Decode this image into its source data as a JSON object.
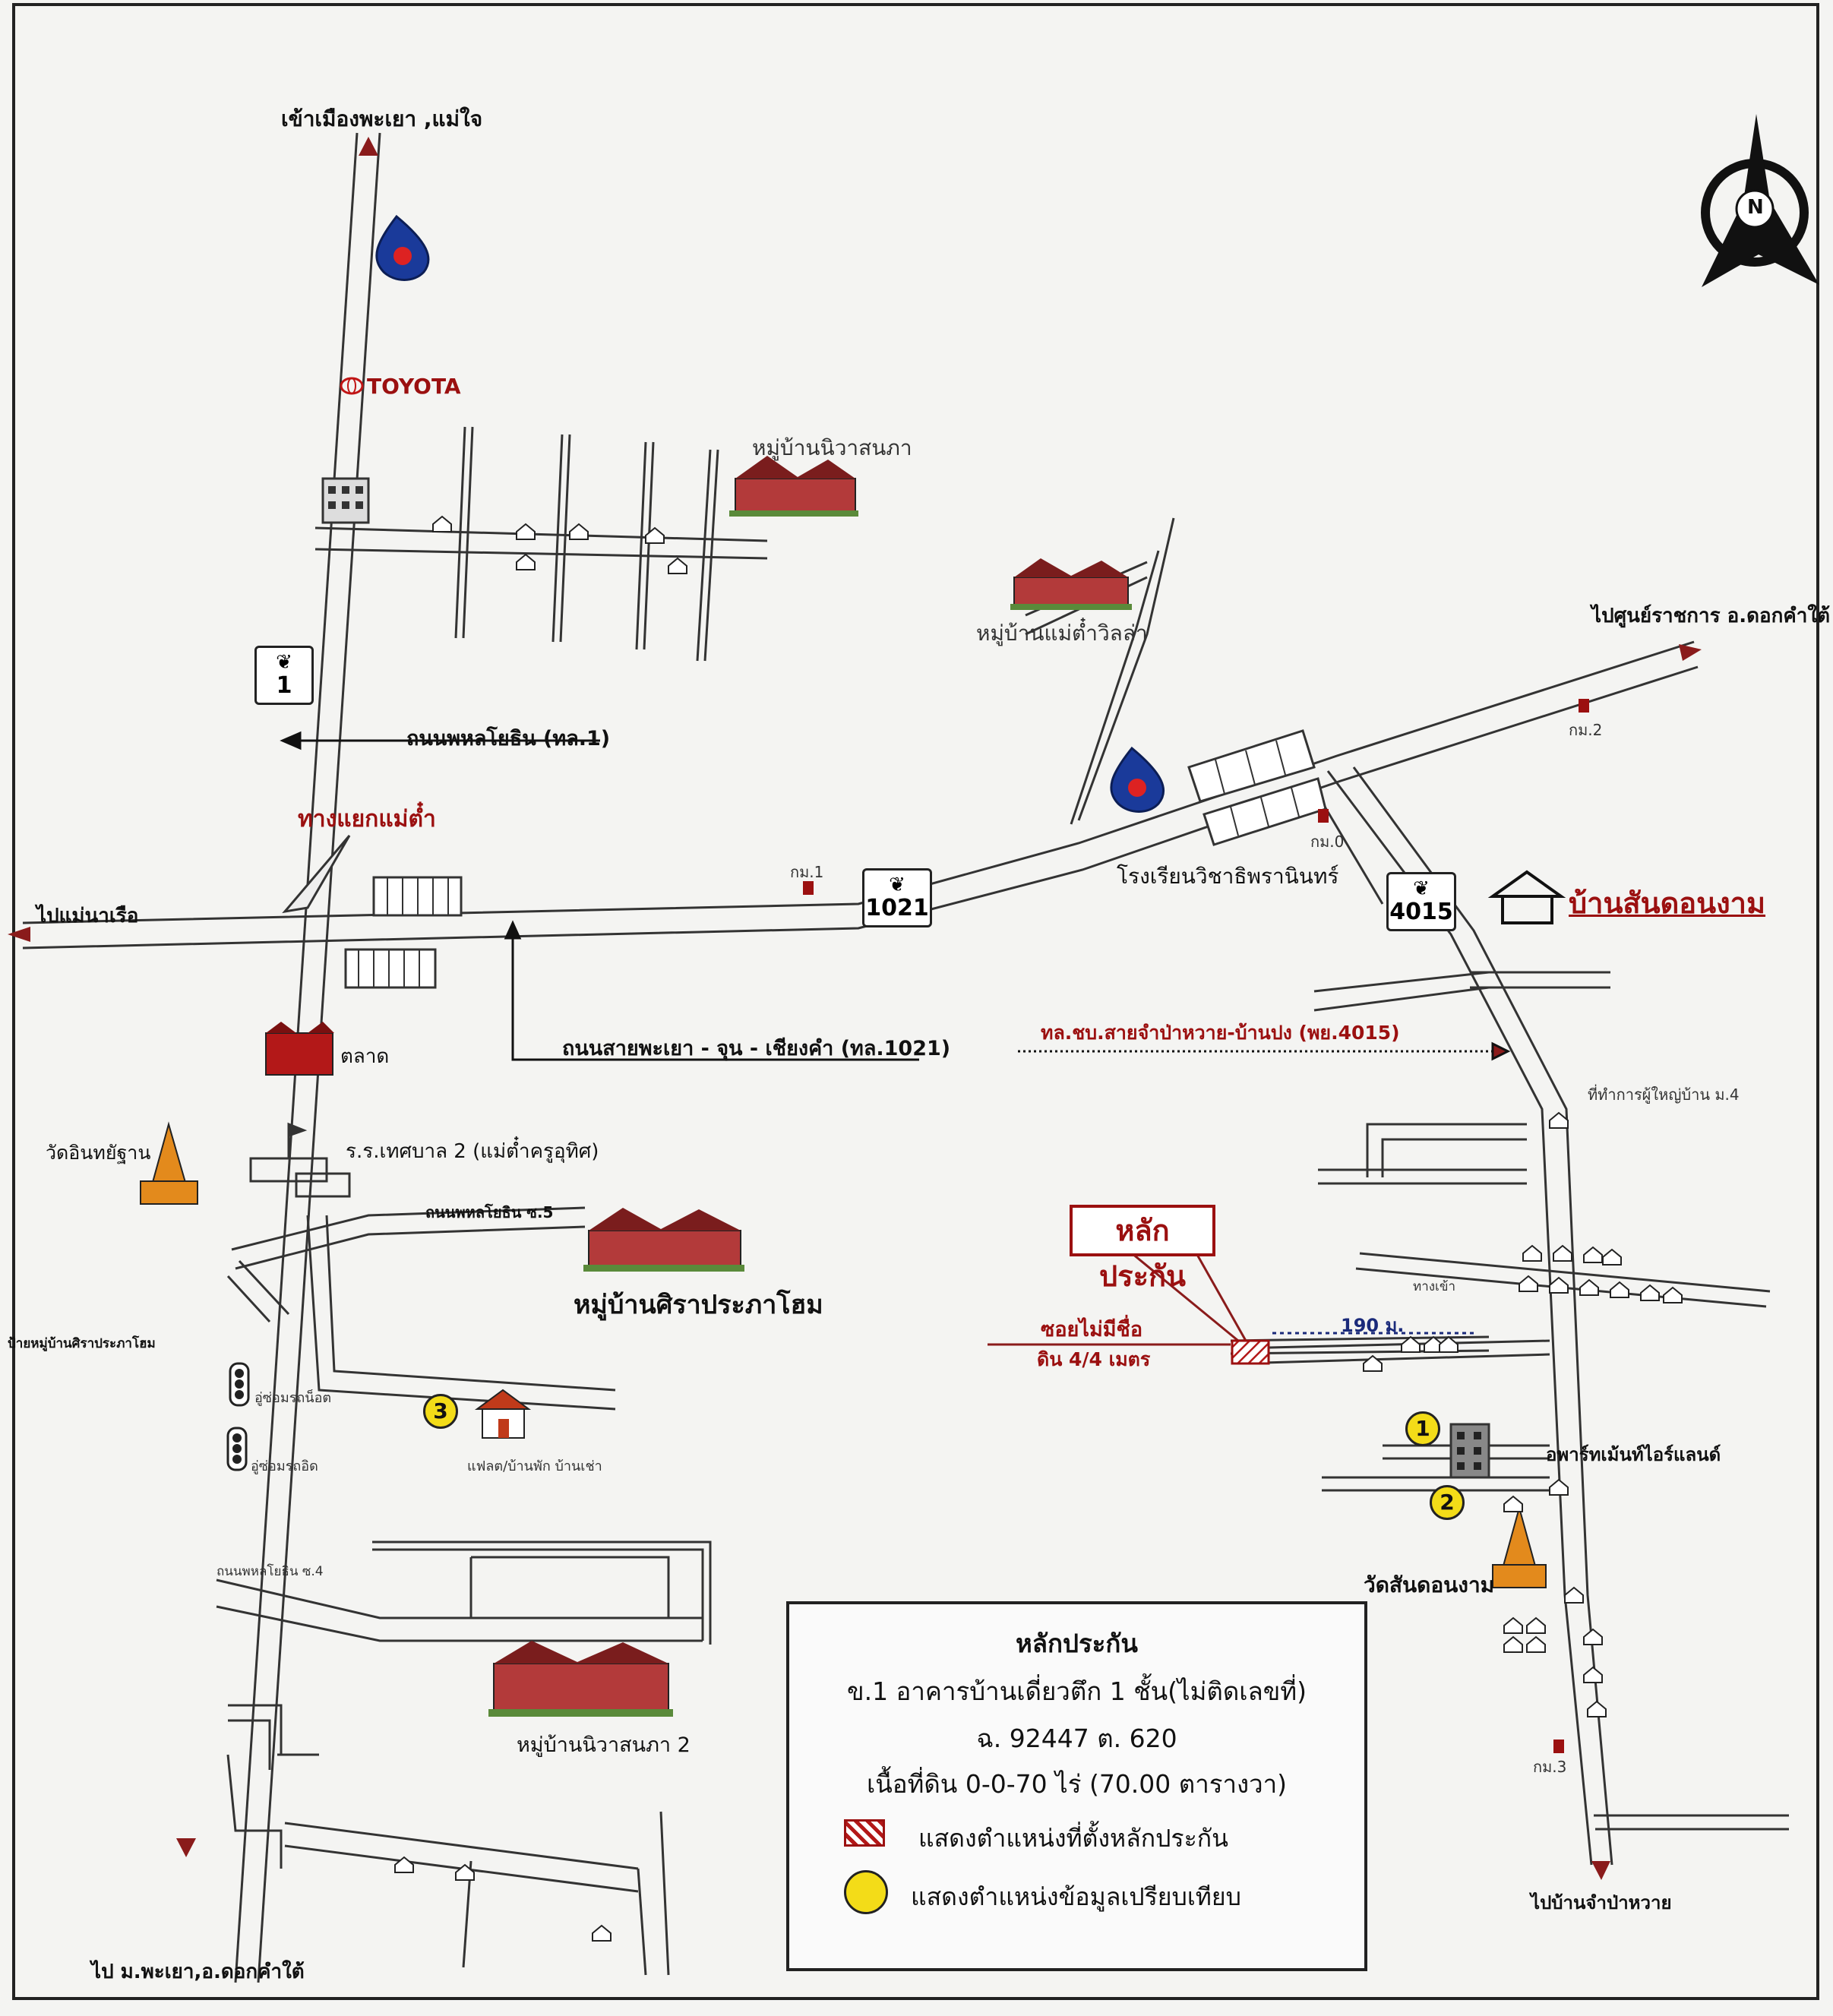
{
  "map": {
    "labels": {
      "north_town": "เข้าเมืองพะเยา ,แม่ใจ",
      "toyota": "TOYOTA",
      "village_niwaran": "หมู่บ้านนิวาสนภา",
      "village_maekam_villa": "หมู่บ้านแม่ต๋ำวิลล่า",
      "to_gov_center": "ไปศูนย์ราชการ อ.ดอกคำใต้",
      "km2": "กม.2",
      "road_phahonyothin": "ถนนพหลโยธิน (ทล.1)",
      "maekam_junction": "ทางแยกแม่ต๋ำ",
      "to_maenaruea": "ไปแม่นาเรือ",
      "km1": "กม.1",
      "km0": "กม.0",
      "school": "โรงเรียนวิชาธิพรานินทร์",
      "ban_san_don_ngam": "บ้านสันดอนงาม",
      "market": "ตลาด",
      "road_1021": "ถนนสายพะเยา - จุน - เชียงคำ (ทล.1021)",
      "road_4015": "ทล.ชบ.สายจำป่าหวาย-บ้านปง (พย.4015)",
      "village_head": "ที่ทำการผู้ใหญ่บ้าน ม.4",
      "wat_inthayan": "วัดอินทยัฐาน",
      "school2": "ร.ร.เทศบาล 2 (แม่ต๋ำครูอุทิศ)",
      "soi_phahonyothin5": "ถนนพหลโยธิน ซ.5",
      "village_sira": "หมู่บ้านศิราประภาโฮม",
      "village_sira_sign": "ป้ายหมู่บ้านศิราประภาโฮม",
      "collateral": "หลักประกัน",
      "soi_unnamed": "ซอยไม่มีชื่อ",
      "soil_width": "ดิน 4/4 เมตร",
      "distance": "190 ม.",
      "gas1": "อู่ซ่อมรถน็อต",
      "gas2": "อู่ซ่อมรถอิด",
      "comp3_label": "แฟลต/บ้านพัก บ้านเช่า",
      "apartment": "อพาร์ทเม้นท์ไอร์แลนด์",
      "wat_san_don_ngam": "วัดสันดอนงาม",
      "soi_phahonyothin4": "ถนนพหลโยธิน ซ.4",
      "village_niwaran2": "หมู่บ้านนิวาสนภา 2",
      "to_phayao_south": "ไป ม.พะเยา,อ.ดอกคำใต้",
      "to_champawai": "ไปบ้านจำป่าหวาย",
      "to_note": "ทางเข้า",
      "km3": "กม.3",
      "north": "N"
    },
    "shields": [
      {
        "num": "1"
      },
      {
        "num": "1021"
      },
      {
        "num": "4015"
      }
    ],
    "comparables": [
      "1",
      "2",
      "3"
    ]
  },
  "legend": {
    "title": "หลักประกัน",
    "line1": "ข.1 อาคารบ้านเดี่ยวตึก 1 ชั้น(ไม่ติดเลขที่)",
    "line2": "ฉ. 92447   ต. 620",
    "line3": "เนื้อที่ดิน 0-0-70 ไร่ (70.00 ตารางวา)",
    "item_collateral": "แสดงตำแหน่งที่ตั้งหลักประกัน",
    "item_comparables": "แสดงตำแหน่งข้อมูลเปรียบเทียบ"
  },
  "colors": {
    "road_fill": "#ffffff",
    "road_edge": "#333333",
    "accent_red": "#9b1010",
    "marker_yellow": "#f3dc18",
    "pagoda_orange": "#e38a1c"
  }
}
